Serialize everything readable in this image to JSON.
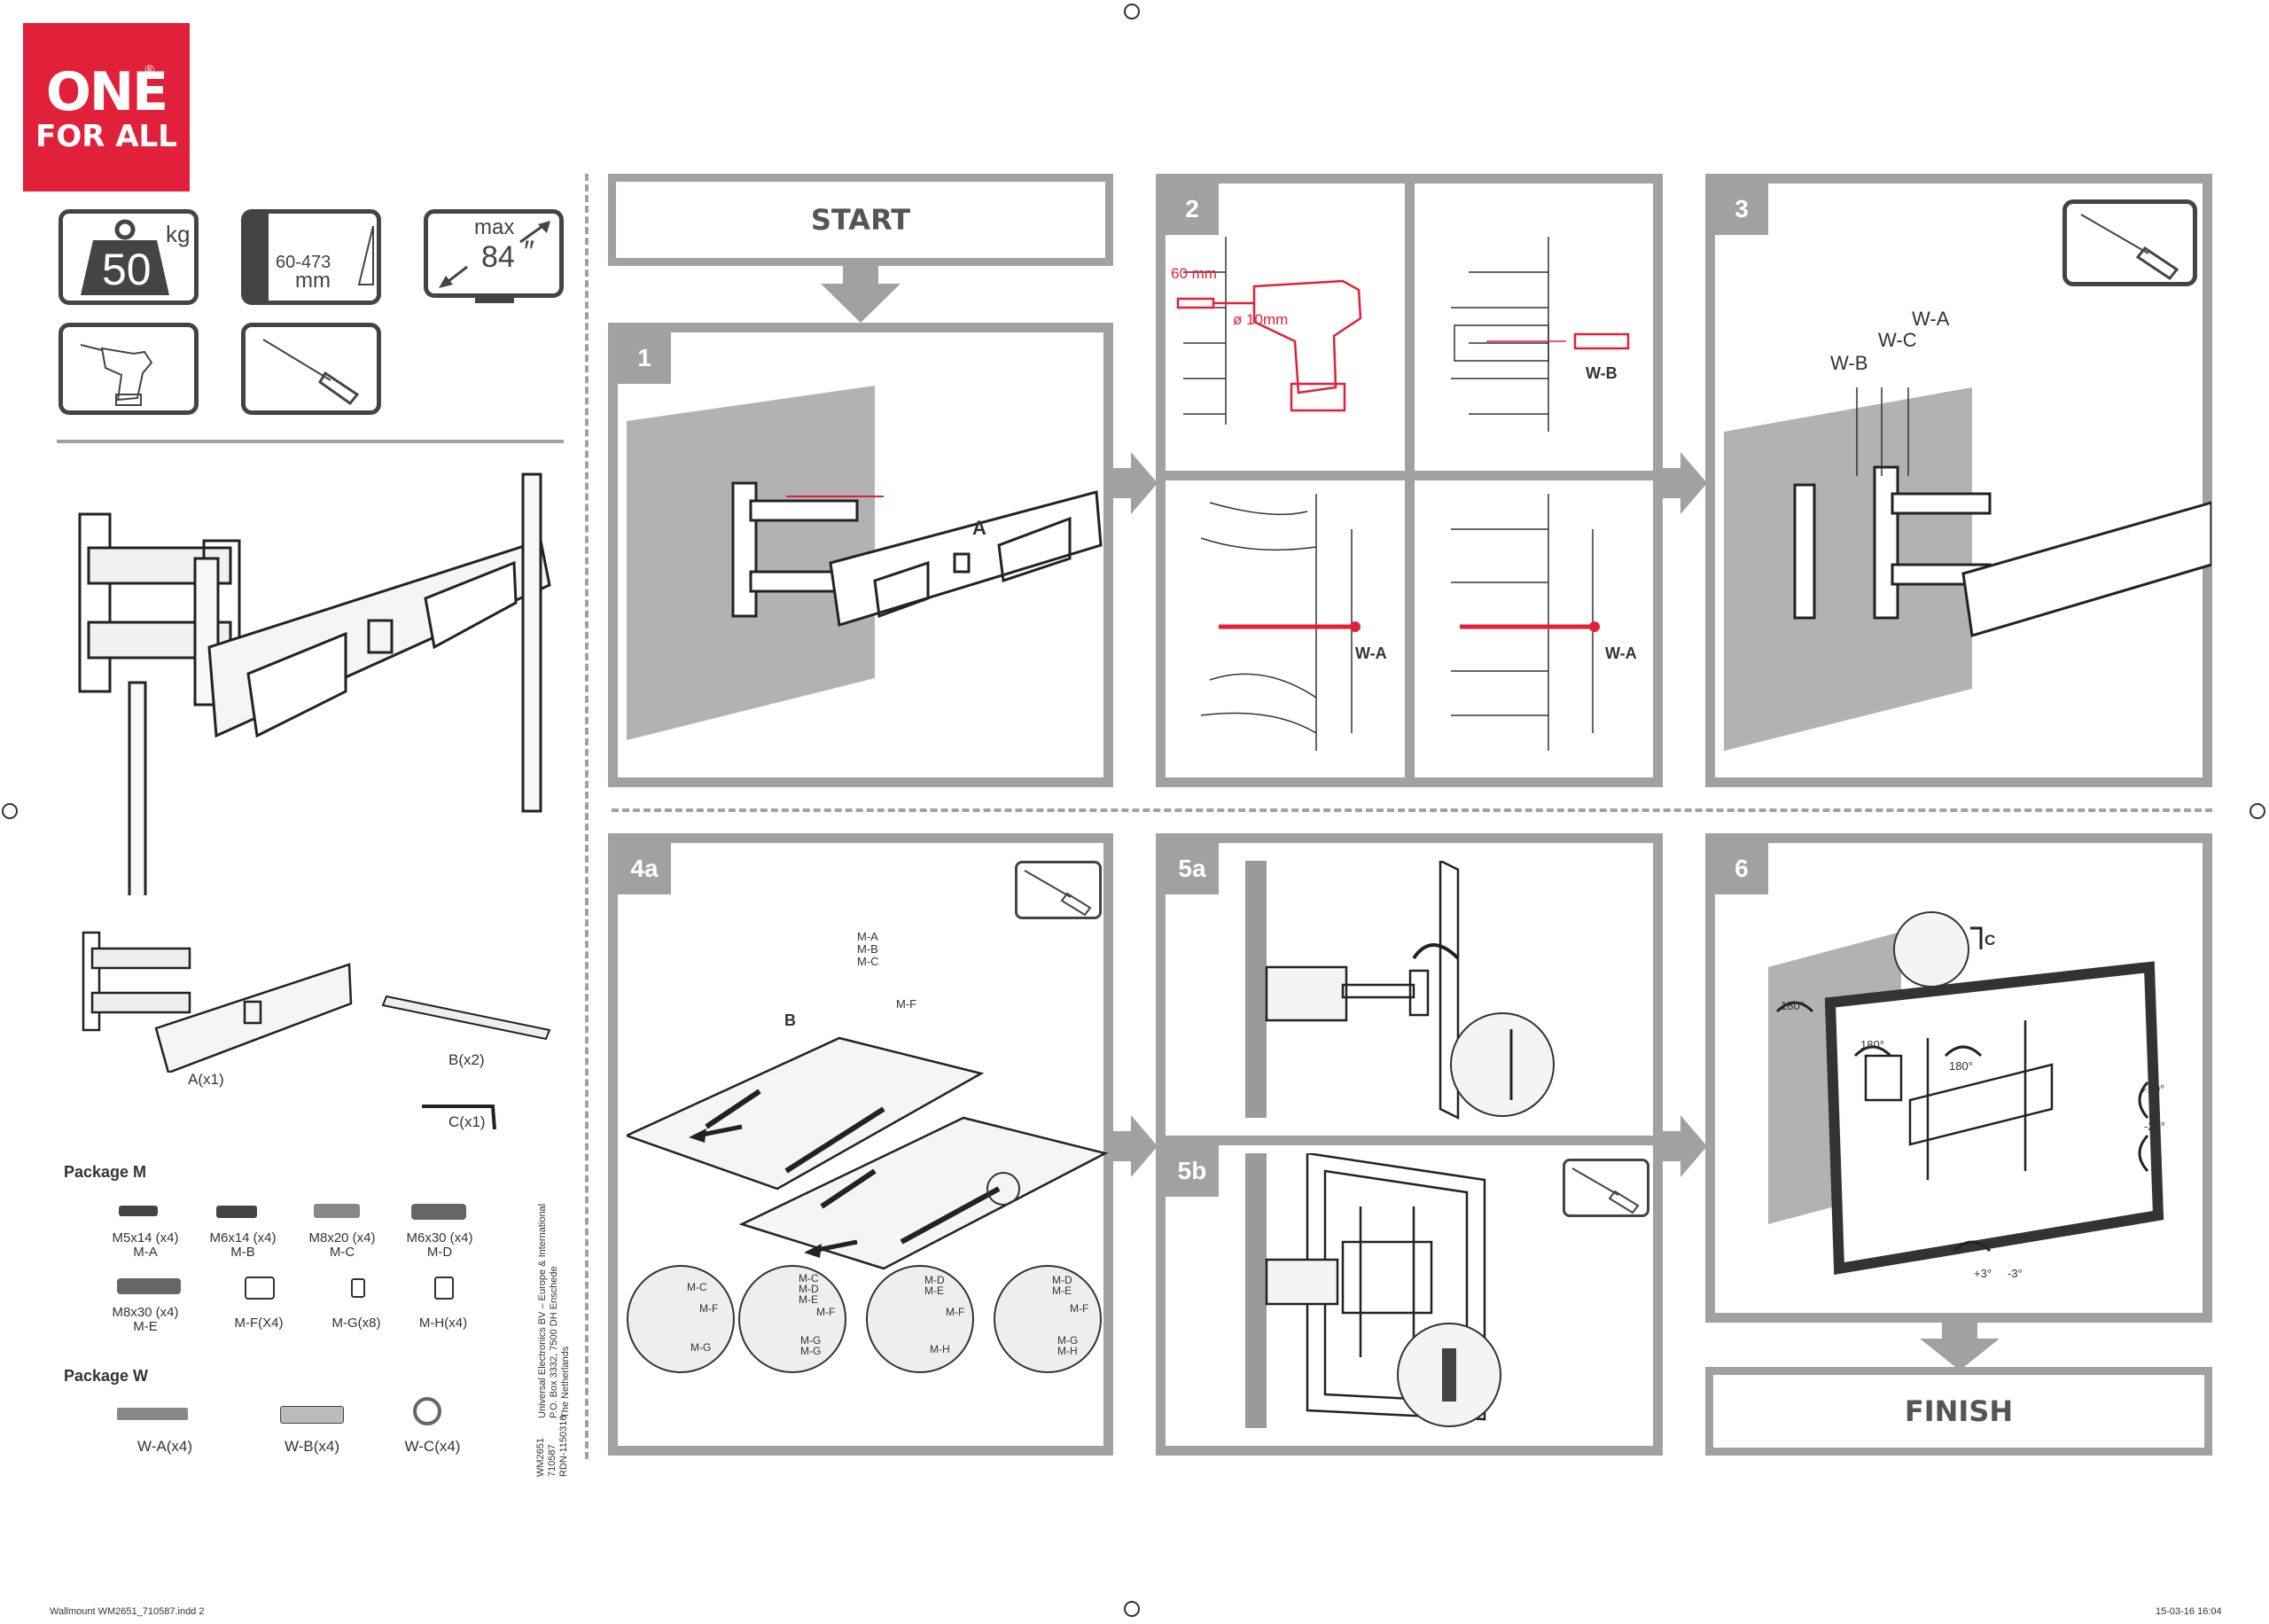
{
  "brand": {
    "line1": "ONE",
    "line2": "FOR ALL",
    "reg": "®"
  },
  "specs": {
    "weight_value": "50",
    "weight_unit": "kg",
    "depth_value": "60-473",
    "depth_unit": "mm",
    "size_prefix": "max",
    "size_value": "84",
    "size_unit": "″"
  },
  "parts": {
    "a": "A(x1)",
    "b": "B(x2)",
    "c": "C(x1)"
  },
  "package_m": {
    "title": "Package M",
    "items": [
      {
        "size": "M5x14 (x4)",
        "code": "M-A"
      },
      {
        "size": "M6x14 (x4)",
        "code": "M-B"
      },
      {
        "size": "M8x20 (x4)",
        "code": "M-C"
      },
      {
        "size": "M6x30 (x4)",
        "code": "M-D"
      },
      {
        "size": "M8x30 (x4)",
        "code": "M-E"
      }
    ],
    "others": [
      "M-F(X4)",
      "M-G(x8)",
      "M-H(x4)"
    ]
  },
  "package_w": {
    "title": "Package W",
    "items": [
      "W-A(x4)",
      "W-B(x4)",
      "W-C(x4)"
    ]
  },
  "company": {
    "line1": "Universal Electronics BV – Europe & International",
    "line2": "P.O. Box 3332, 7500 DH Enschede",
    "line3": "The Netherlands",
    "model": "WM2651",
    "code1": "710587",
    "code2": "RDN-1150316"
  },
  "steps": {
    "start": "START",
    "finish": "FINISH",
    "s1": "1",
    "s2": "2",
    "s3": "3",
    "s4a": "4a",
    "s5a": "5a",
    "s5b": "5b",
    "s6": "6"
  },
  "labels": {
    "a": "A",
    "b": "B",
    "c": "C",
    "drill_depth": "60 mm",
    "drill_dia": "ø 10mm",
    "wa": "W-A",
    "wb": "W-B",
    "wc": "W-C",
    "ma": "M-A",
    "mb": "M-B",
    "mc": "M-C",
    "md": "M-D",
    "me": "M-E",
    "mf": "M-F",
    "mg": "M-G",
    "mh": "M-H",
    "rot180": "180°",
    "tilt_up": "+10°",
    "tilt_down": "-20°",
    "level_plus": "+3°",
    "level_minus": "-3°"
  },
  "footer": {
    "file": "Wallmount WM2651_710587.indd   2",
    "date": "15-03-16   16:04"
  }
}
